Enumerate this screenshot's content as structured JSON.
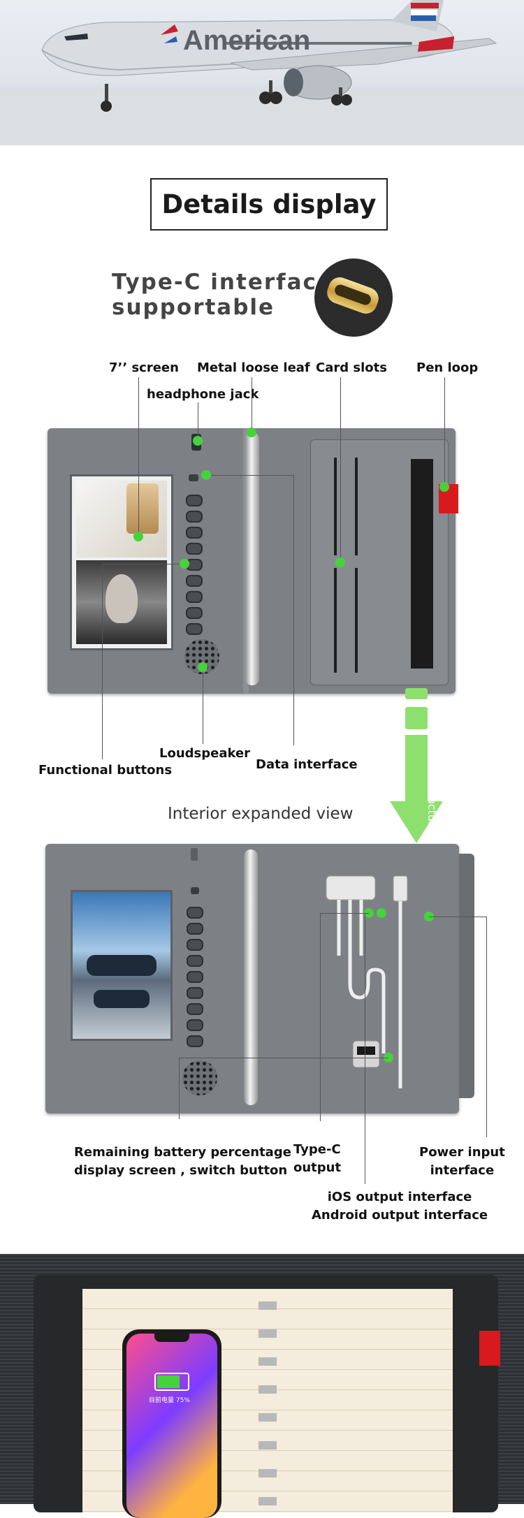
{
  "hero": {
    "airline_text": "American"
  },
  "title": "Details display",
  "typec": {
    "line1": "Type-C interface",
    "line2": "supportable"
  },
  "top_labels": {
    "screen": "7’’ screen",
    "metal_leaf": "Metal loose leaf",
    "card_slots": "Card slots",
    "pen_loop": "Pen loop",
    "headphone": "headphone jack",
    "loudspeaker": "Loudspeaker",
    "data_interface": "Data interface",
    "functional_buttons": "Functional buttons"
  },
  "arrow_text": "Interior structure",
  "interior_title": "Interior expanded view",
  "bottom_labels": {
    "battery_line1": "Remaining battery percentage",
    "battery_line2": "display screen , switch button",
    "typec_line1": "Type-C",
    "typec_line2": "output",
    "power_line1": "Power input",
    "power_line2": "interface",
    "ios": "iOS output interface",
    "android": "Android output interface"
  },
  "phone": {
    "battery_text": "目前电量 75%"
  },
  "colors": {
    "accent_green": "#46d23c",
    "arrow_green": "#8ee06e",
    "pen_red": "#d8191e",
    "panel_gray": "#7d8186"
  }
}
